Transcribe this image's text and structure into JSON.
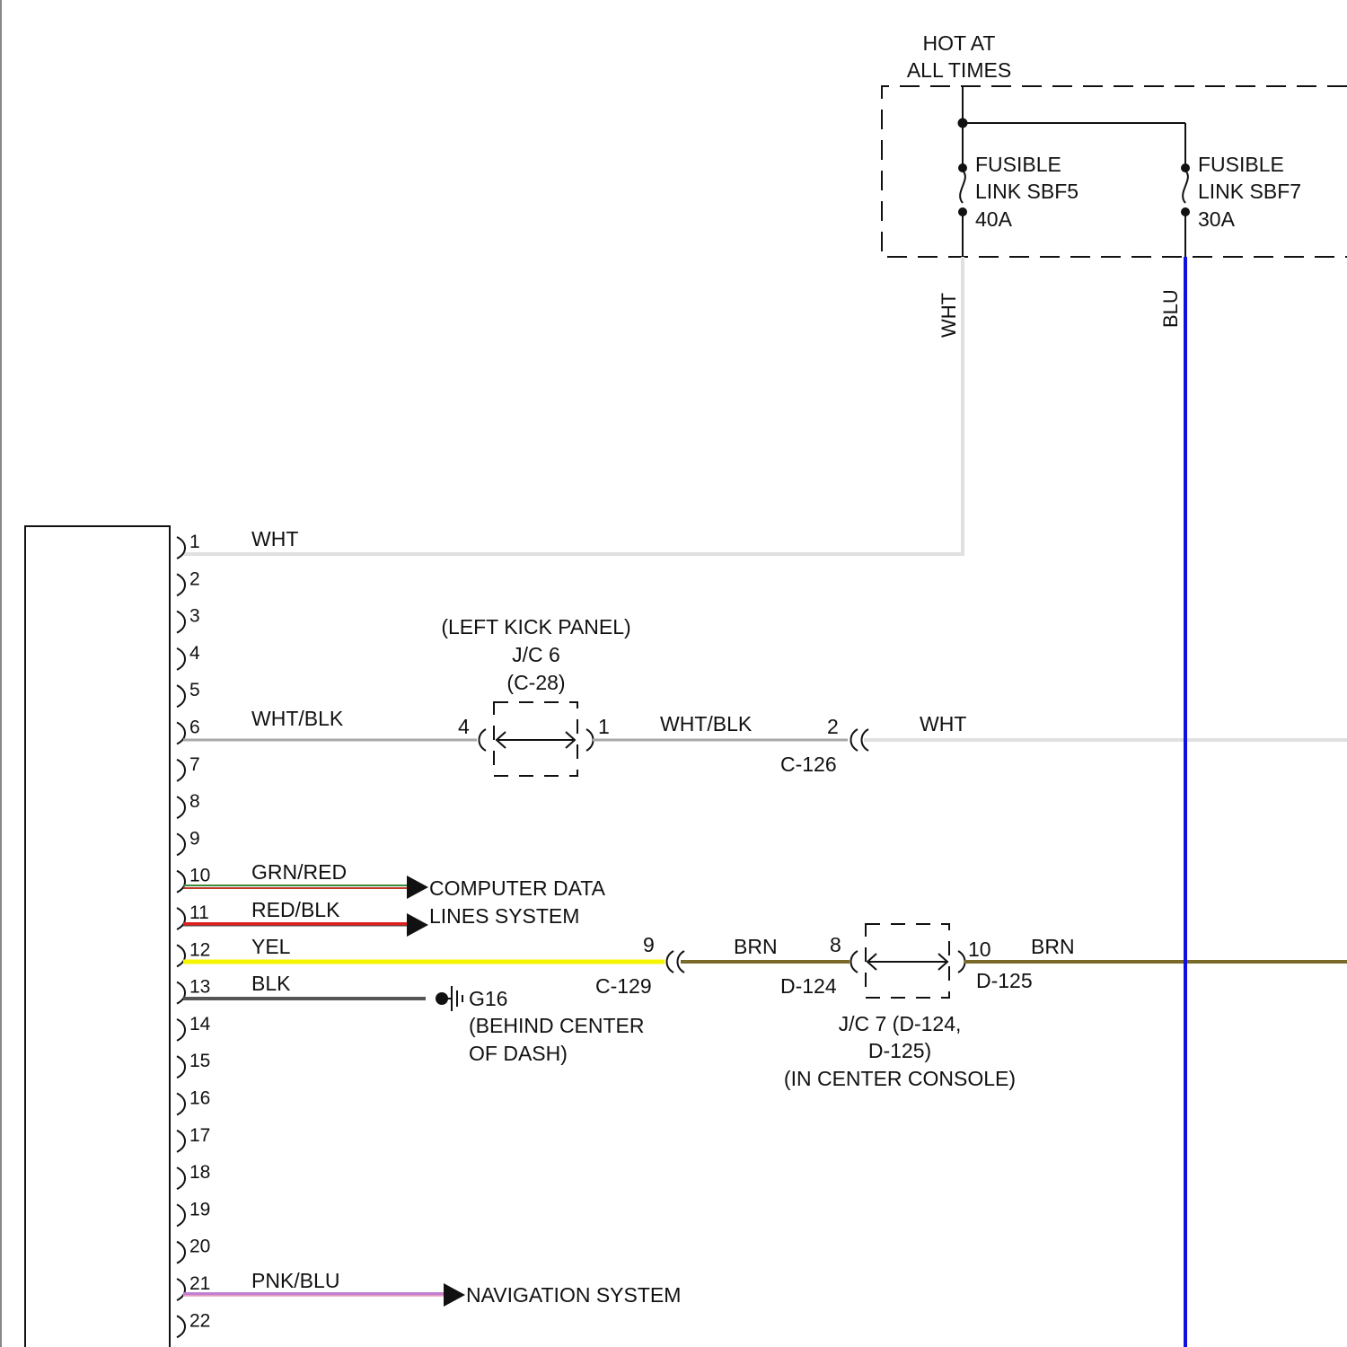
{
  "power": {
    "label_line1": "HOT AT",
    "label_line2": "ALL TIMES"
  },
  "fuses": [
    {
      "line1": "FUSIBLE",
      "line2": "LINK SBF5",
      "rating": "40A"
    },
    {
      "line1": "FUSIBLE",
      "line2": "LINK SBF7",
      "rating": "30A"
    }
  ],
  "vertical_wires": {
    "wht": "WHT",
    "blu": "BLU"
  },
  "connector_pins": [
    "1",
    "2",
    "3",
    "4",
    "5",
    "6",
    "7",
    "8",
    "9",
    "10",
    "11",
    "12",
    "13",
    "14",
    "15",
    "16",
    "17",
    "18",
    "19",
    "20",
    "21",
    "22"
  ],
  "wires": {
    "pin1": "WHT",
    "pin6": "WHT/BLK",
    "pin6_after_jc6": "WHT/BLK",
    "pin6_after_c126": "WHT",
    "pin10": "GRN/RED",
    "pin11": "RED/BLK",
    "pin12": "YEL",
    "pin12_after_c129": "BRN",
    "pin12_after_jc7": "BRN",
    "pin13": "BLK",
    "pin21": "PNK/BLU"
  },
  "jc6": {
    "line1": "(LEFT KICK PANEL)",
    "line2": "J/C 6",
    "line3": "(C-28)",
    "pin_left": "4",
    "pin_right": "1"
  },
  "c126": {
    "pin": "2",
    "name": "C-126"
  },
  "c129": {
    "pin": "9",
    "name": "C-129"
  },
  "jc7": {
    "pin_left": "8",
    "pin_right": "10",
    "conn_left": "D-124",
    "conn_right": "D-125",
    "line1": "J/C 7 (D-124,",
    "line2": "D-125)",
    "line3": "(IN CENTER CONSOLE)"
  },
  "ground": {
    "name": "G16",
    "line1": "(BEHIND CENTER",
    "line2": "OF DASH)"
  },
  "destinations": {
    "computer_line1": "COMPUTER DATA",
    "computer_line2": "LINES SYSTEM",
    "navigation": "NAVIGATION SYSTEM"
  },
  "colors": {
    "wht": "#e0e0e0",
    "wht_blk": "#a8a8a8",
    "blu": "#1010e0",
    "grn_red_a": "#3a8a3a",
    "grn_red_b": "#c0392b",
    "red_blk": "#dd1f1f",
    "yel": "#f5f500",
    "brn": "#7a6a2a",
    "blk": "#555555",
    "pnk_blu": "#c080d0"
  }
}
